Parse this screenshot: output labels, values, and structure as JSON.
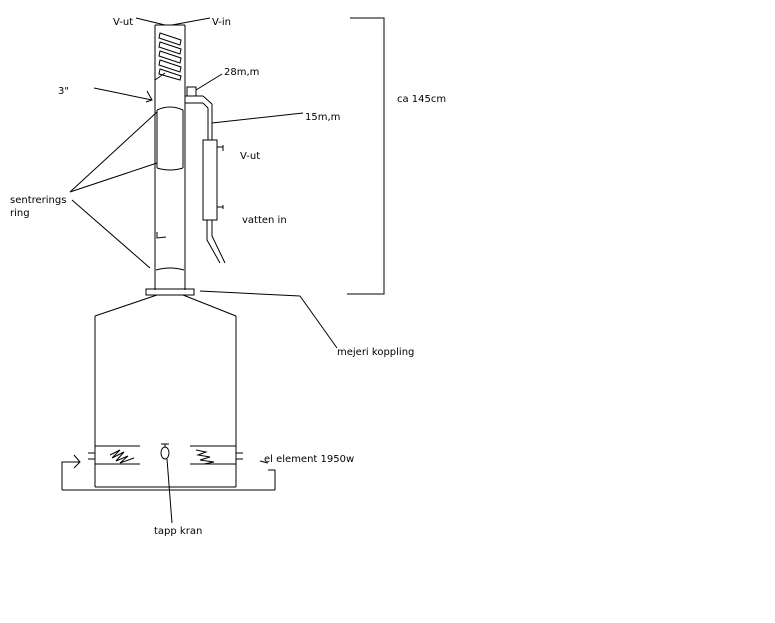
{
  "labels": {
    "v_ut_top": "V-ut",
    "v_in_top": "V-in",
    "size_3in": "3\"",
    "size_28mm": "28m,m",
    "size_15mm": "15m,m",
    "height": "ca 145cm",
    "v_ut_side": "V-ut",
    "vatten_in": "vatten in",
    "centering_ring_line1": "sentrerings",
    "centering_ring_line2": "ring",
    "coupling": "mejeri koppling",
    "heating_element": "el element 1950w",
    "tap": "tapp kran"
  }
}
